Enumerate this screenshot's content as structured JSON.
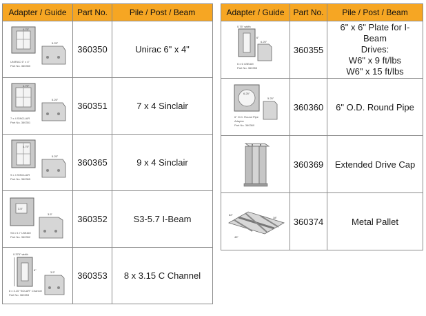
{
  "headers": {
    "adapter": "Adapter / Guide",
    "part": "Part No.",
    "pile": "Pile / Post / Beam"
  },
  "left_rows": [
    {
      "part": "360350",
      "pile": "Unirac 6\" x 4\"",
      "caption1": "UNIRAC 6\" x 4\"",
      "caption2": "Part No. 360350",
      "dim1": "4.75\"",
      "dim2": "5.25\""
    },
    {
      "part": "360351",
      "pile": "7 x 4 Sinclair",
      "caption1": "7 x 4 SINCLAIR",
      "caption2": "Part No. 360351",
      "dim1": "4.75\"",
      "dim2": "5.25\""
    },
    {
      "part": "360365",
      "pile": "9 x 4 Sinclair",
      "caption1": "9 x 4 SINCLAIR",
      "caption2": "Part No. 360365",
      "dim1": "4.75\"",
      "dim2": "5.25\""
    },
    {
      "part": "360352",
      "pile": "S3-5.7 I-Beam",
      "caption1": "S3 x 5.7 I-BEAM",
      "caption2": "Part No. 360352",
      "dim1": "3.5\"",
      "dim2": "3.5\""
    },
    {
      "part": "360353",
      "pile": "8 x 3.15 C Channel",
      "caption1": "8 x 3.15 \"SOLAR\" Channel",
      "caption2": "Part No. 360353",
      "dim1": "0.375\" width",
      "dim2": "8\"",
      "dim3": "3.5\""
    }
  ],
  "right_rows": [
    {
      "part": "360355",
      "pile_lines": [
        "6\" x 6\" Plate for I-Beam",
        "Drives:",
        "W6\" x 9 ft/lbs",
        "W6\" x 15 ft/lbs"
      ],
      "caption1": "6 x 6 I-BEAM",
      "caption2": "Part No. 360355",
      "dim1": "0.75\" width",
      "dim2": "6\"",
      "dim3": "6.25\""
    },
    {
      "part": "360360",
      "pile": "6\" O.D. Round Pipe",
      "caption1": "6\" O.D. Round Pipe",
      "caption2": "Adapter",
      "caption3": "Part No. 360360",
      "dim1": "6.25\"",
      "dim2": "5.25\""
    },
    {
      "part": "360369",
      "pile": "Extended Drive Cap"
    },
    {
      "part": "360374",
      "pile": "Metal Pallet",
      "dim1": "82\"",
      "dim2": "38\"",
      "dim3": "45\""
    }
  ],
  "colors": {
    "header": "#f6a623",
    "border": "#8a8a8a",
    "part_fill": "#c9c9c9"
  }
}
